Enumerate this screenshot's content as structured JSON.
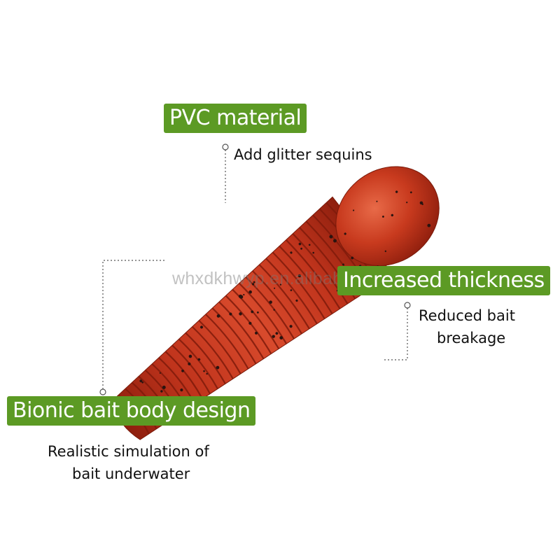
{
  "theme": {
    "label_bg": "#5c9a24",
    "bait_red": "#c0341c",
    "bait_dark": "#8e1f0e",
    "bait_highlight": "#e25a3a",
    "fleck": "#2a1410",
    "leader_line": "#555555"
  },
  "callouts": {
    "pvc": {
      "label": "PVC material",
      "desc": "Add glitter sequins"
    },
    "thickness": {
      "label": "Increased thickness",
      "desc_line1": "Reduced bait",
      "desc_line2": "breakage"
    },
    "bionic": {
      "label": "Bionic bait body design",
      "desc_line1": "Realistic simulation of",
      "desc_line2": "bait underwater"
    }
  },
  "watermark": "whxdkhwyp.en.alibaba.com"
}
